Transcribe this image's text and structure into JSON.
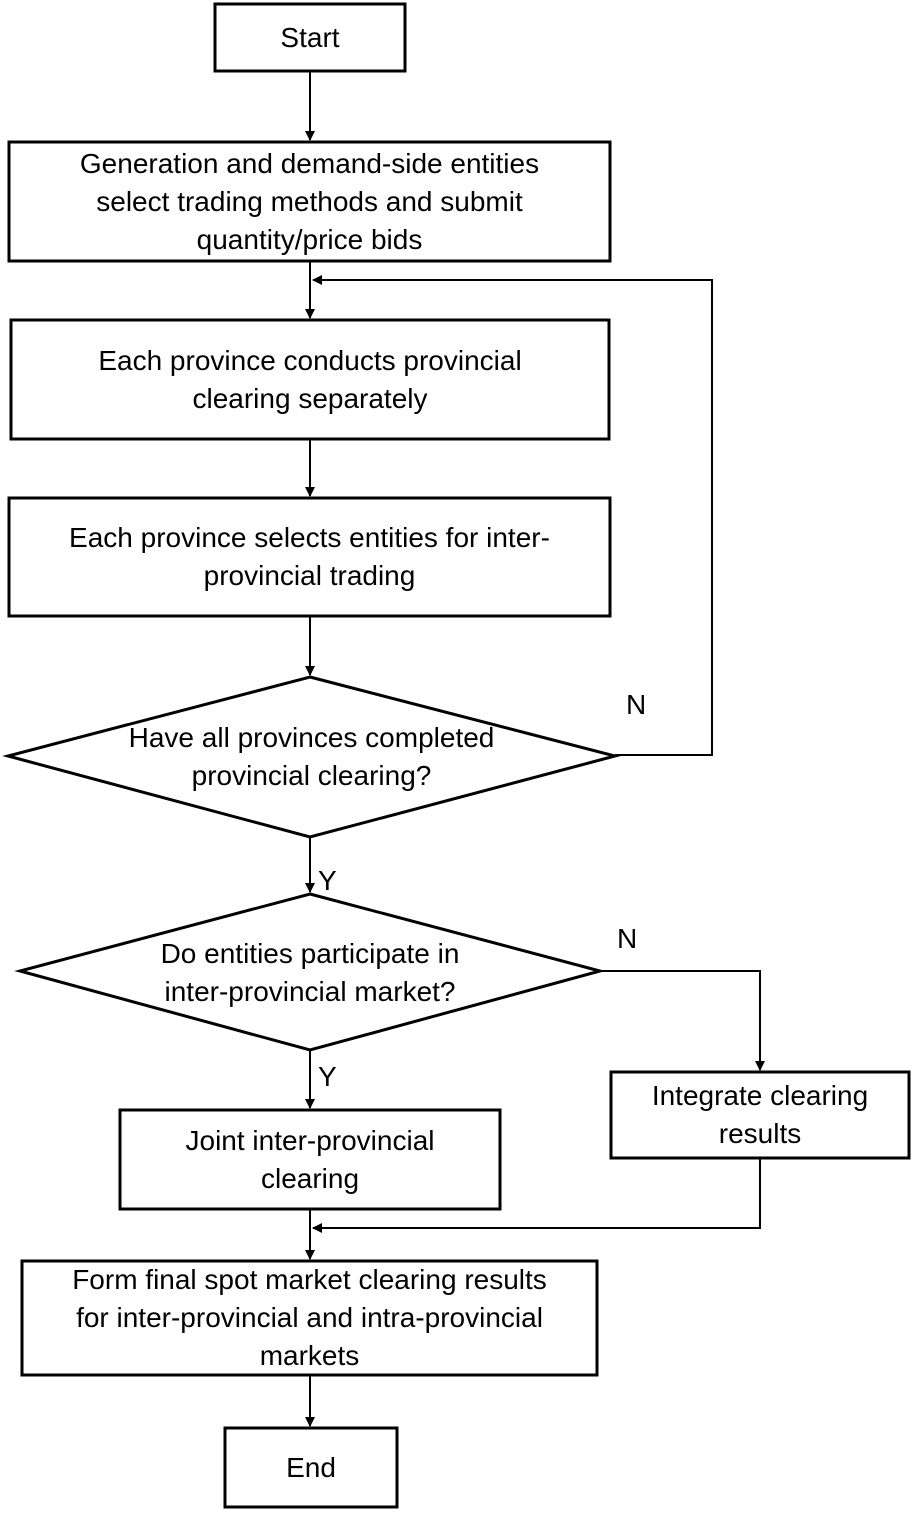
{
  "nodes": {
    "start": {
      "lines": [
        "Start"
      ]
    },
    "submit_bids": {
      "lines": [
        "Generation and demand-side entities",
        "select trading methods and submit",
        "quantity/price bids"
      ]
    },
    "provincial_clearing": {
      "lines": [
        "Each province conducts provincial",
        "clearing separately"
      ]
    },
    "select_entities": {
      "lines": [
        "Each province selects entities for inter-",
        "provincial trading"
      ]
    },
    "decision_completed": {
      "lines": [
        "Have all provinces completed",
        "provincial clearing?"
      ]
    },
    "decision_participate": {
      "lines": [
        "Do entities participate in",
        "inter-provincial market?"
      ]
    },
    "joint_clearing": {
      "lines": [
        "Joint inter-provincial",
        "clearing"
      ]
    },
    "integrate_results": {
      "lines": [
        "Integrate clearing",
        "results"
      ]
    },
    "final_results": {
      "lines": [
        "Form final spot market clearing results",
        "for inter-provincial and intra-provincial",
        "markets"
      ]
    },
    "end": {
      "lines": [
        "End"
      ]
    }
  },
  "edge_labels": {
    "completed_no": "N",
    "completed_yes": "Y",
    "participate_no": "N",
    "participate_yes": "Y"
  },
  "colors": {
    "stroke": "#000000",
    "fill": "#ffffff",
    "text": "#000000"
  }
}
